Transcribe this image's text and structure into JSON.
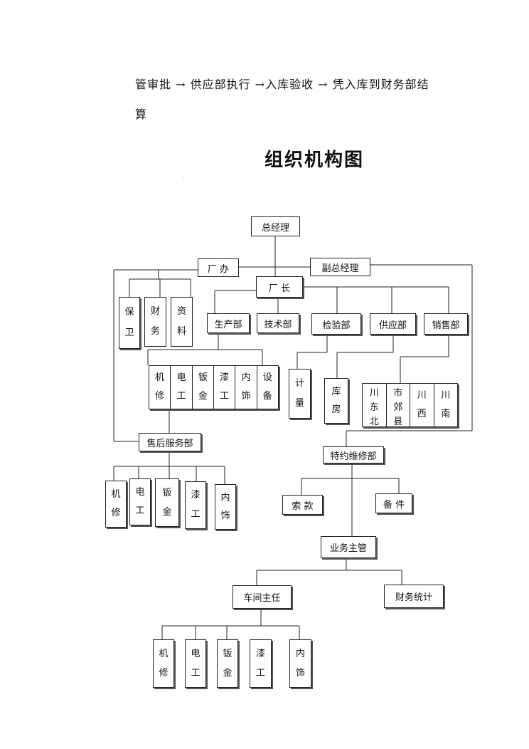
{
  "intro": {
    "line1": "管审批 → 供应部执行 →入库验收 → 凭入库到财务部结",
    "line2": "算"
  },
  "title": "组织机构图",
  "nodes": {
    "general_manager": "总经理",
    "factory_office": "厂 办",
    "deputy_gm": "副总经理",
    "factory_director": "厂 长",
    "security": [
      "保",
      "卫"
    ],
    "finance": [
      "财",
      "务"
    ],
    "records": [
      "资",
      "料"
    ],
    "production": "生产部",
    "technology": "技术部",
    "inspection": "检验部",
    "supply": "供应部",
    "sales": "销售部",
    "prod_units": [
      [
        "机",
        "修"
      ],
      [
        "电",
        "工"
      ],
      [
        "钣",
        "金"
      ],
      [
        "漆",
        "工"
      ],
      [
        "内",
        "饰"
      ],
      [
        "设",
        "备"
      ]
    ],
    "metering": [
      "计",
      "量"
    ],
    "warehouse": [
      "库",
      "房"
    ],
    "sales_regions": [
      [
        "川",
        "东",
        "北"
      ],
      [
        "市",
        "郊",
        "县"
      ],
      [
        "川",
        "西"
      ],
      [
        "川",
        "南"
      ]
    ],
    "after_sales": "售后服务部",
    "after_units": [
      [
        "机",
        "修"
      ],
      [
        "电",
        "工"
      ],
      [
        "钣",
        "金"
      ],
      [
        "漆",
        "工"
      ],
      [
        "内",
        "饰"
      ]
    ],
    "special_repair": "特约维修部",
    "claims": "索 款",
    "spare_parts": "备 件",
    "business_lead": "业务主管",
    "workshop_director": "车间主任",
    "finance_stats": "财务统计",
    "workshop_units": [
      [
        "机",
        "修"
      ],
      [
        "电",
        "工"
      ],
      [
        "钣",
        "金"
      ],
      [
        "漆",
        "工"
      ],
      [
        "内",
        "饰"
      ]
    ]
  }
}
